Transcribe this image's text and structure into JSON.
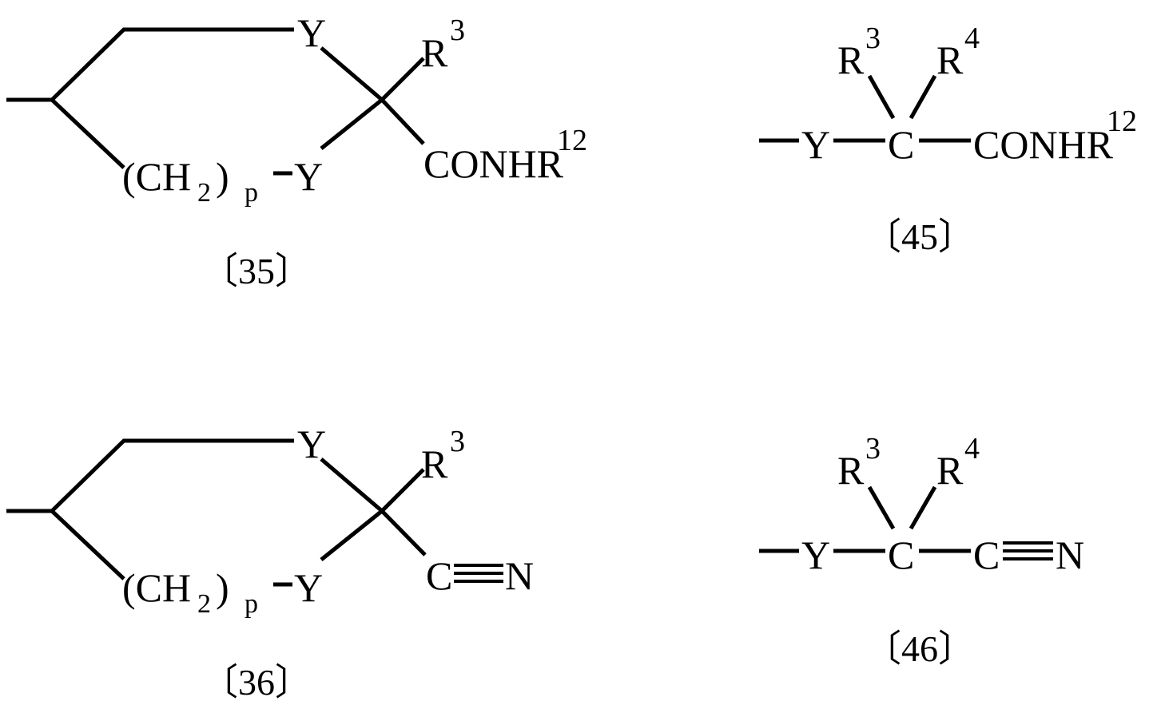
{
  "structures": [
    {
      "number": "〔35〕",
      "y_top": "Y",
      "substituent": "R",
      "substituent_sup": "3",
      "chain_open": "(CH",
      "chain_sub": "2",
      "chain_close": ")",
      "chain_index": "p",
      "y_bottom": "Y",
      "group": "CONHR",
      "group_sup": "12"
    },
    {
      "number": "〔45〕",
      "y": "Y",
      "r_left": "R",
      "r_left_sup": "3",
      "r_right": "R",
      "r_right_sup": "4",
      "center": "C",
      "group": "CONHR",
      "group_sup": "12"
    },
    {
      "number": "〔36〕",
      "y_top": "Y",
      "substituent": "R",
      "substituent_sup": "3",
      "chain_open": "(CH",
      "chain_sub": "2",
      "chain_close": ")",
      "chain_index": "p",
      "y_bottom": "Y",
      "nitrile_c": "C",
      "nitrile_n": "N"
    },
    {
      "number": "〔46〕",
      "y": "Y",
      "r_left": "R",
      "r_left_sup": "3",
      "r_right": "R",
      "r_right_sup": "4",
      "center": "C",
      "nitrile_c": "C",
      "nitrile_n": "N"
    }
  ]
}
